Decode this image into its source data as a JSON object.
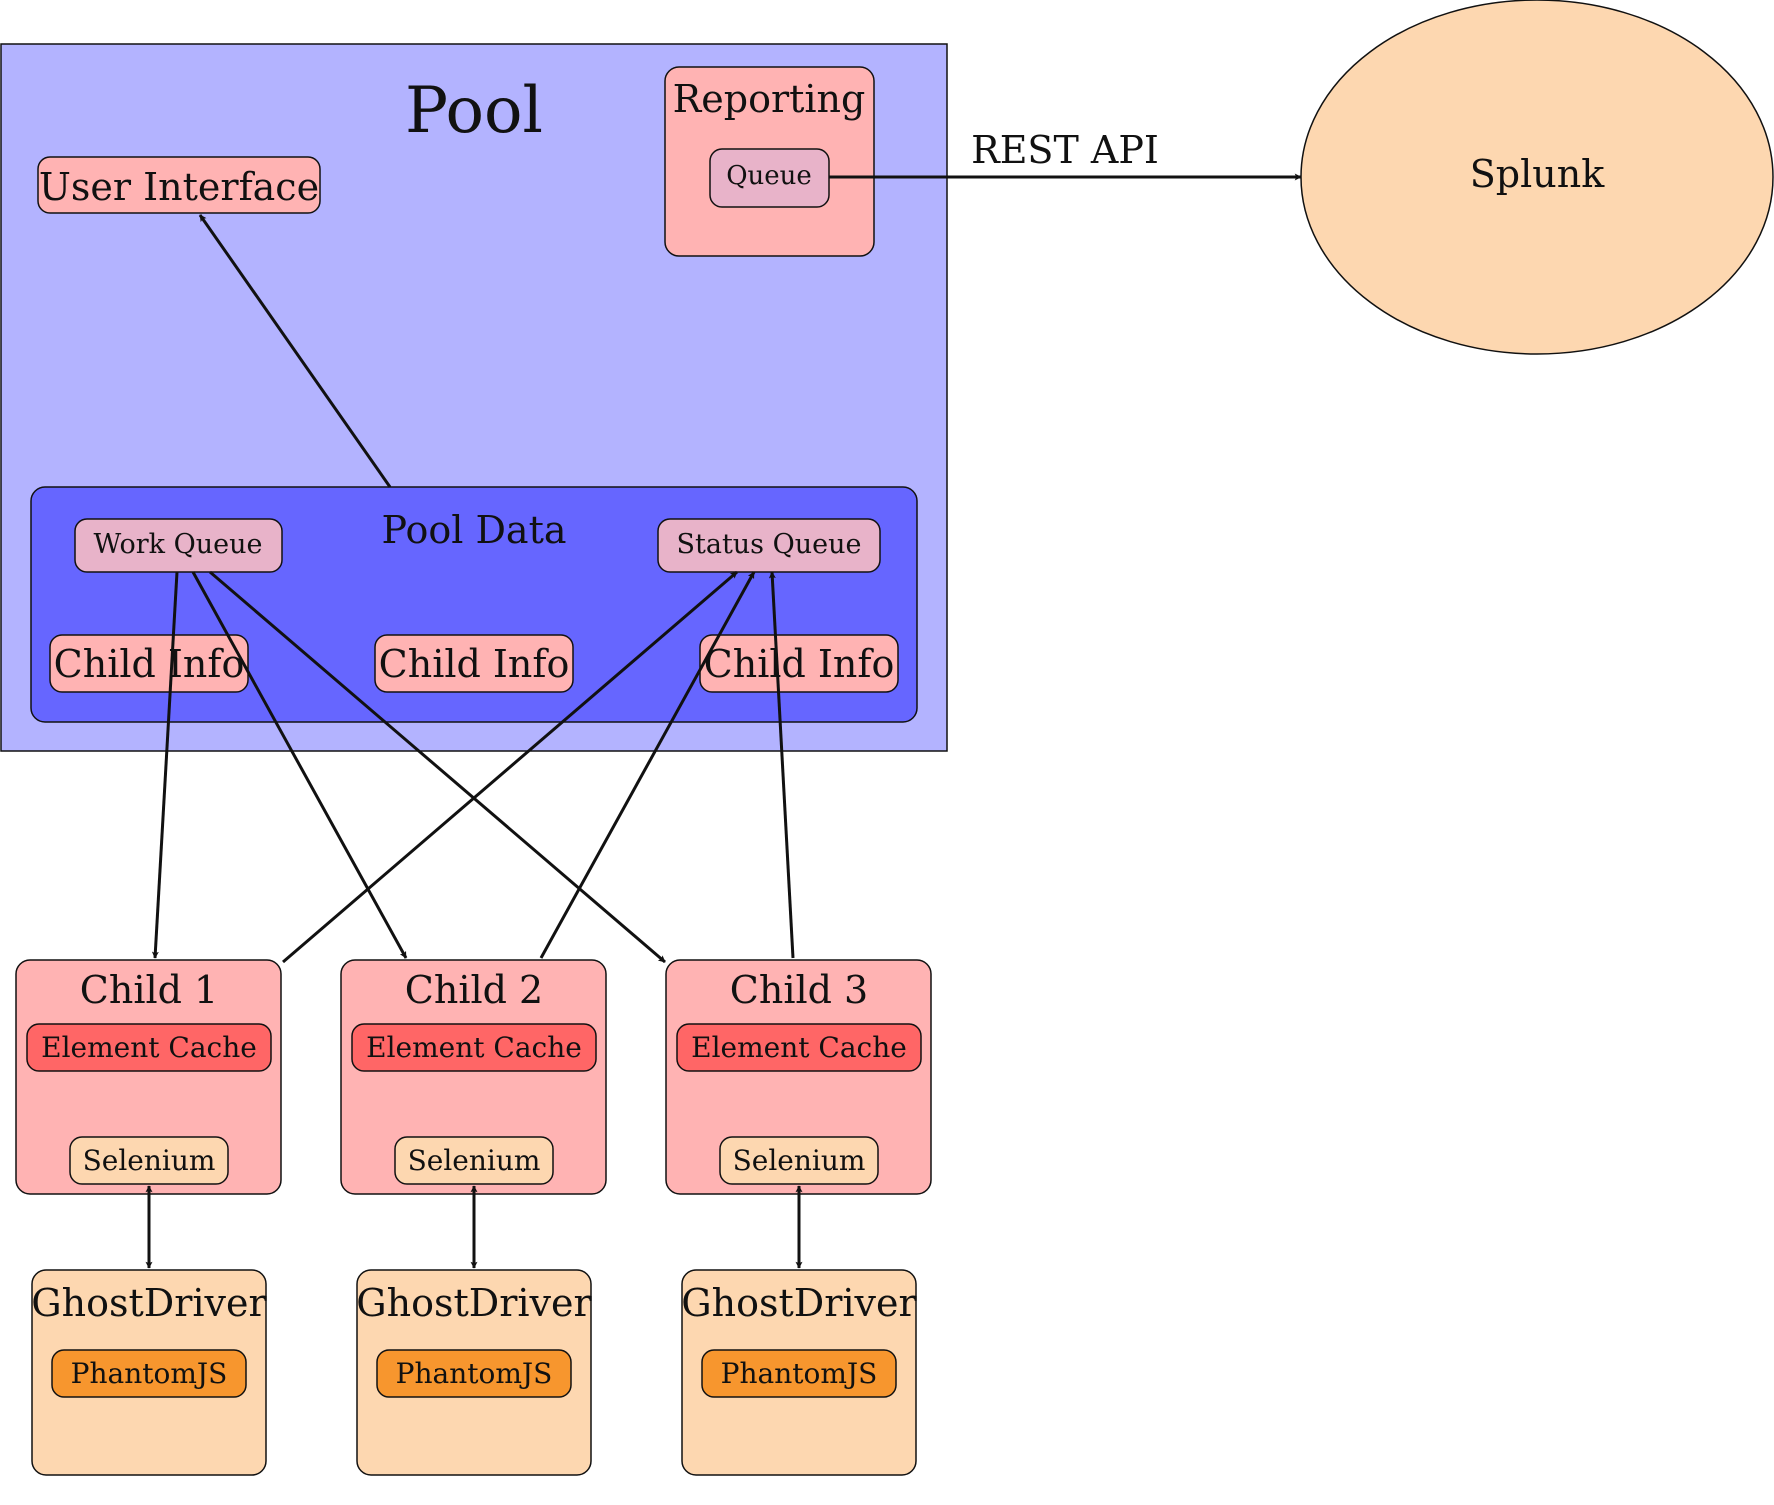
{
  "pool": {
    "title": "Pool"
  },
  "user_interface": {
    "label": "User Interface"
  },
  "reporting": {
    "title": "Reporting",
    "queue_label": "Queue"
  },
  "connection": {
    "label": "REST API"
  },
  "splunk": {
    "label": "Splunk"
  },
  "pool_data": {
    "title": "Pool Data",
    "work_queue": "Work Queue",
    "status_queue": "Status Queue",
    "child_infos": [
      "Child Info",
      "Child Info",
      "Child Info"
    ]
  },
  "children": [
    {
      "title": "Child 1",
      "cache": "Element Cache",
      "selenium": "Selenium"
    },
    {
      "title": "Child 2",
      "cache": "Element Cache",
      "selenium": "Selenium"
    },
    {
      "title": "Child 3",
      "cache": "Element Cache",
      "selenium": "Selenium"
    }
  ],
  "drivers": [
    {
      "title": "GhostDriver",
      "engine": "PhantomJS"
    },
    {
      "title": "GhostDriver",
      "engine": "PhantomJS"
    },
    {
      "title": "GhostDriver",
      "engine": "PhantomJS"
    }
  ],
  "colors": {
    "pool_fill": "#b3b3ff",
    "pool_data_fill": "#6666ff",
    "component_fill": "#ffb3b3",
    "queue_fill": "#e8b3c9",
    "cache_fill": "#ff6666",
    "light_orange": "#fdd7b0",
    "orange": "#f7962e",
    "splunk_fill": "#fdd7b0"
  }
}
